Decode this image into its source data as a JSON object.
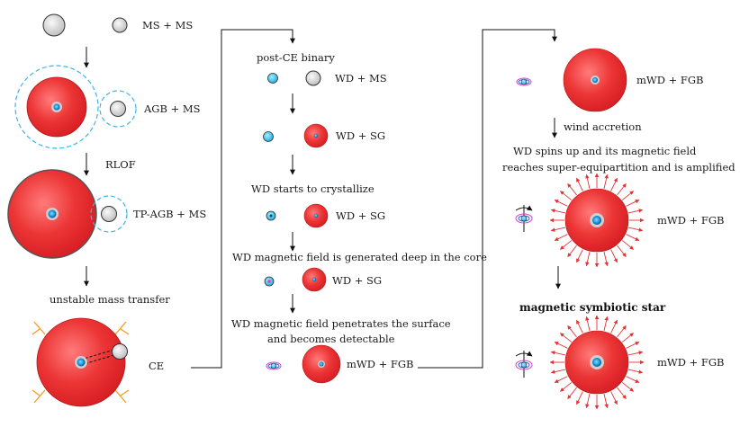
{
  "colors": {
    "star_red": "#e8252a",
    "star_red_light": "#ff6a6a",
    "roche_dash": "#3db4e8",
    "wd_cyan": "#2fc3f0",
    "ms_grey": "#d8d8d8",
    "field_line": "#e53030",
    "orange_ray": "#f29b1c",
    "magnet_pink": "#e23cc8",
    "magnet_blue": "#2a6fe0"
  },
  "col1": {
    "ms_ms": "MS + MS",
    "agb_ms": "AGB + MS",
    "rlof": "RLOF",
    "tpagb_ms": "TP-AGB + MS",
    "unstable": "unstable mass transfer",
    "ce": "CE"
  },
  "col2": {
    "post_ce": "post-CE binary",
    "wd_ms": "WD + MS",
    "wd_sg_1": "WD + SG",
    "crystallize": "WD starts to crystallize",
    "wd_sg_2": "WD + SG",
    "field_generated": "WD magnetic field is generated deep in the core",
    "wd_sg_3": "WD + SG",
    "penetrates_1": "WD magnetic field penetrates the surface",
    "penetrates_2": "and becomes detectable",
    "mwd_fgb": "mWD + FGB"
  },
  "col3": {
    "mwd_fgb_1": "mWD + FGB",
    "wind_accretion": "wind accretion",
    "spins_1": "WD spins up and its magnetic field",
    "spins_2": "reaches super-equipartition and is amplified",
    "mwd_fgb_2": "mWD + FGB",
    "symbiotic": "magnetic symbiotic star",
    "mwd_fgb_3": "mWD + FGB"
  }
}
